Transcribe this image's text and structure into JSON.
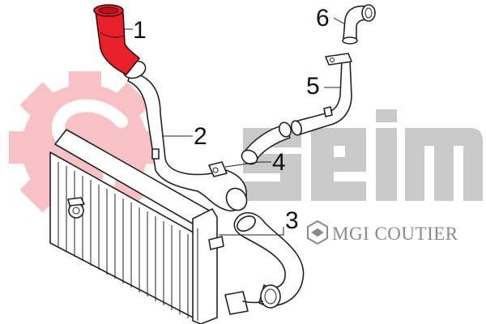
{
  "brand": {
    "name": "Seim",
    "tagline": "MGI COUTIER"
  },
  "callouts": [
    {
      "id": "1",
      "label": "1"
    },
    {
      "id": "2",
      "label": "2"
    },
    {
      "id": "3",
      "label": "3"
    },
    {
      "id": "4",
      "label": "4"
    },
    {
      "id": "5",
      "label": "5"
    },
    {
      "id": "6",
      "label": "6"
    }
  ],
  "colors": {
    "highlight": "#e8202a",
    "watermark_gear": "#f6b7bc",
    "watermark_text": "#c9c9c9",
    "line": "#222222"
  },
  "highlighted_part": "1"
}
